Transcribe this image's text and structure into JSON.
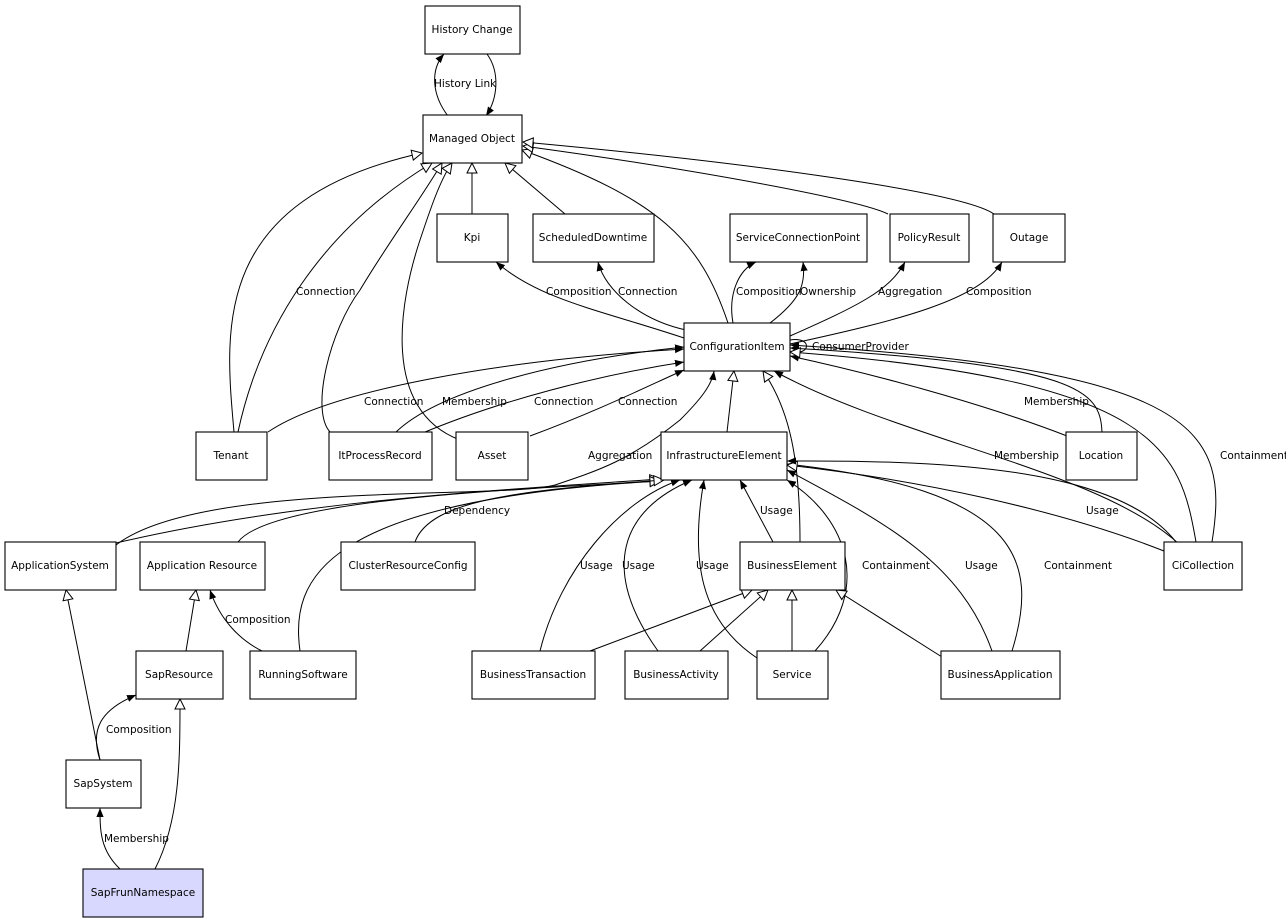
{
  "nodes": {
    "history_change": "History Change",
    "managed_object": "Managed Object",
    "kpi": "Kpi",
    "scheduled_downtime": "ScheduledDowntime",
    "service_connection_point": "ServiceConnectionPoint",
    "policy_result": "PolicyResult",
    "outage": "Outage",
    "configuration_item": "ConfigurationItem",
    "tenant": "Tenant",
    "it_process_record": "ItProcessRecord",
    "asset": "Asset",
    "infrastructure_element": "InfrastructureElement",
    "location": "Location",
    "application_system": "ApplicationSystem",
    "application_resource": "Application Resource",
    "cluster_resource_config": "ClusterResourceConfig",
    "business_element": "BusinessElement",
    "ci_collection": "CiCollection",
    "sap_resource": "SapResource",
    "running_software": "RunningSoftware",
    "business_transaction": "BusinessTransaction",
    "business_activity": "BusinessActivity",
    "service": "Service",
    "business_application": "BusinessApplication",
    "sap_system": "SapSystem",
    "sap_frun_namespace": "SapFrunNamespace"
  },
  "edge_labels": {
    "history_link": "History Link",
    "connection_tenant_mo": "Connection",
    "composition_kpi": "Composition",
    "connection_sd": "Connection",
    "composition_scp": "Composition",
    "ownership_scp": "Ownership",
    "aggregation_pr": "Aggregation",
    "composition_outage": "Composition",
    "consumer_provider": "ConsumerProvider",
    "connection_tenant_ci": "Connection",
    "membership_itpr": "Membership",
    "connection_itpr": "Connection",
    "connection_asset": "Connection",
    "membership_location": "Membership",
    "membership_cicollection": "Membership",
    "containment_cicollection": "Containment",
    "aggregation_appsys": "Aggregation",
    "dependency_rs": "Dependency",
    "usage_cicollection": "Usage",
    "usage_be": "Usage",
    "usage_bt": "Usage",
    "usage_ba": "Usage",
    "usage_service": "Usage",
    "containment_service": "Containment",
    "usage_bapp": "Usage",
    "containment_bapp": "Containment",
    "composition_rs": "Composition",
    "composition_sapsys": "Composition",
    "membership_sapfrun": "Membership"
  },
  "colors": {
    "highlight_fill": "#d8d8ff",
    "stroke": "#000000"
  }
}
